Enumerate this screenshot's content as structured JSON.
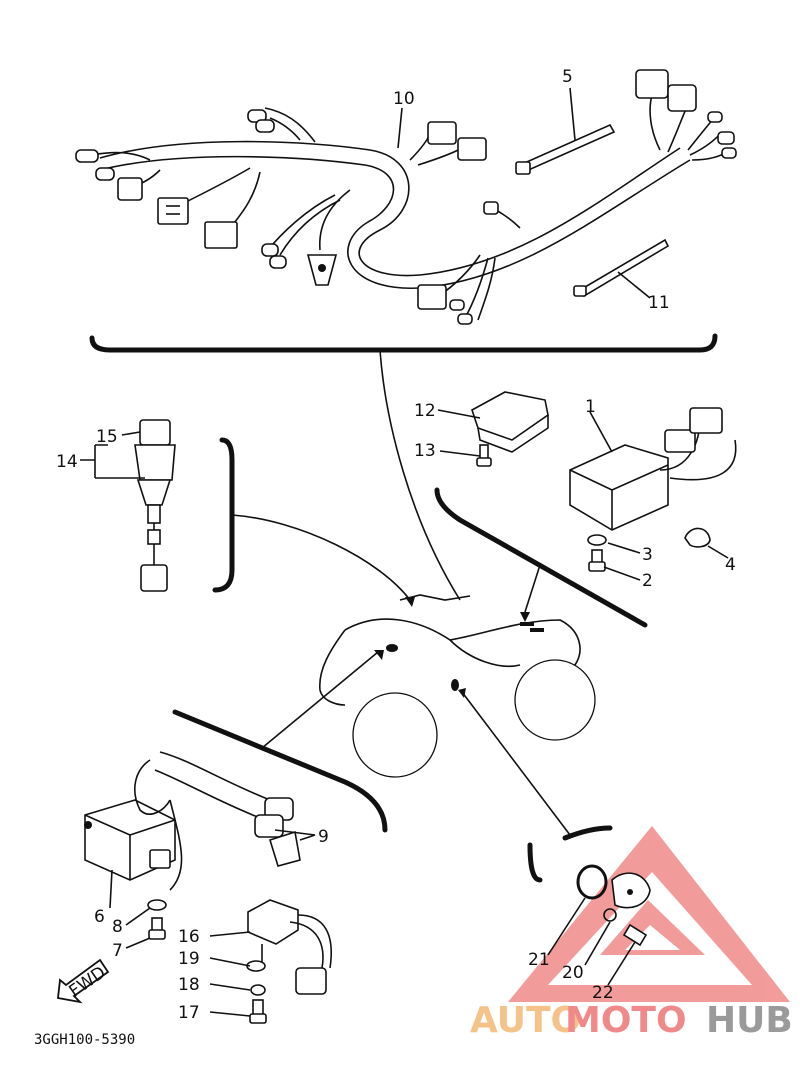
{
  "diagram_code": "3GGH100-5390",
  "fwd_label": "FWD",
  "parts": [
    {
      "id": "1",
      "label": "1"
    },
    {
      "id": "2",
      "label": "2"
    },
    {
      "id": "3",
      "label": "3"
    },
    {
      "id": "4",
      "label": "4"
    },
    {
      "id": "5",
      "label": "5"
    },
    {
      "id": "6",
      "label": "6"
    },
    {
      "id": "7",
      "label": "7"
    },
    {
      "id": "8",
      "label": "8"
    },
    {
      "id": "9",
      "label": "9"
    },
    {
      "id": "10",
      "label": "10"
    },
    {
      "id": "11",
      "label": "11"
    },
    {
      "id": "12",
      "label": "12"
    },
    {
      "id": "13",
      "label": "13"
    },
    {
      "id": "14",
      "label": "14"
    },
    {
      "id": "15",
      "label": "15"
    },
    {
      "id": "16",
      "label": "16"
    },
    {
      "id": "17",
      "label": "17"
    },
    {
      "id": "18",
      "label": "18"
    },
    {
      "id": "19",
      "label": "19"
    },
    {
      "id": "20",
      "label": "20"
    },
    {
      "id": "21",
      "label": "21"
    },
    {
      "id": "22",
      "label": "22"
    }
  ],
  "watermark": {
    "part1": "AUTO",
    "part2": "MOTO",
    "part3": "HUB",
    "color1": "#f5c28a",
    "color2": "#f08a8a",
    "color3": "#9a9a9a",
    "triangle_color": "#e84a4a"
  }
}
